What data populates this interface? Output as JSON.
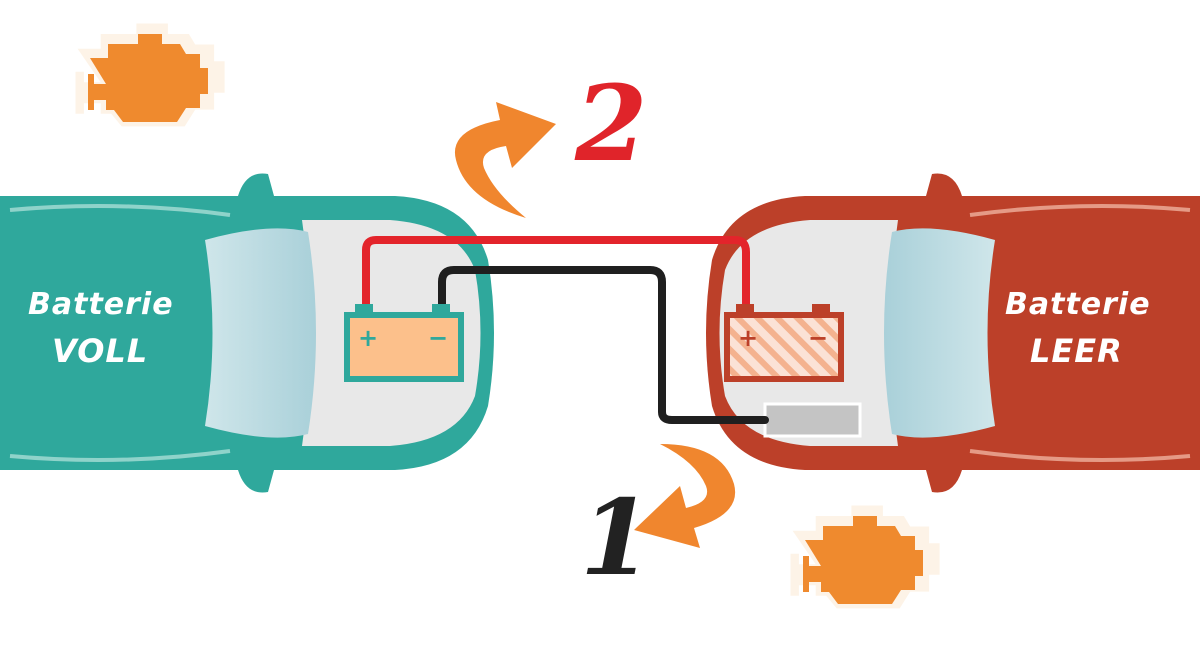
{
  "cars": {
    "left": {
      "line1": "Batterie",
      "line2": "VOLL",
      "color": "#2fa89c"
    },
    "right": {
      "line1": "Batterie",
      "line2": "LEER",
      "color": "#bc4029"
    }
  },
  "steps": {
    "step1": {
      "number": "1",
      "color": "#222222"
    },
    "step2": {
      "number": "2",
      "color": "#e0242a"
    }
  },
  "cables": {
    "positive_color": "#e3242b",
    "negative_color": "#1f1f1f"
  },
  "battery_terminals": {
    "plus": "+",
    "minus": "−"
  },
  "icons": {
    "engine_top_left": "engine-icon",
    "engine_bottom_right": "engine-icon",
    "arrow_step2": "curved-arrow-icon",
    "arrow_step1": "curved-arrow-icon"
  },
  "accent_color": "#f0862e"
}
